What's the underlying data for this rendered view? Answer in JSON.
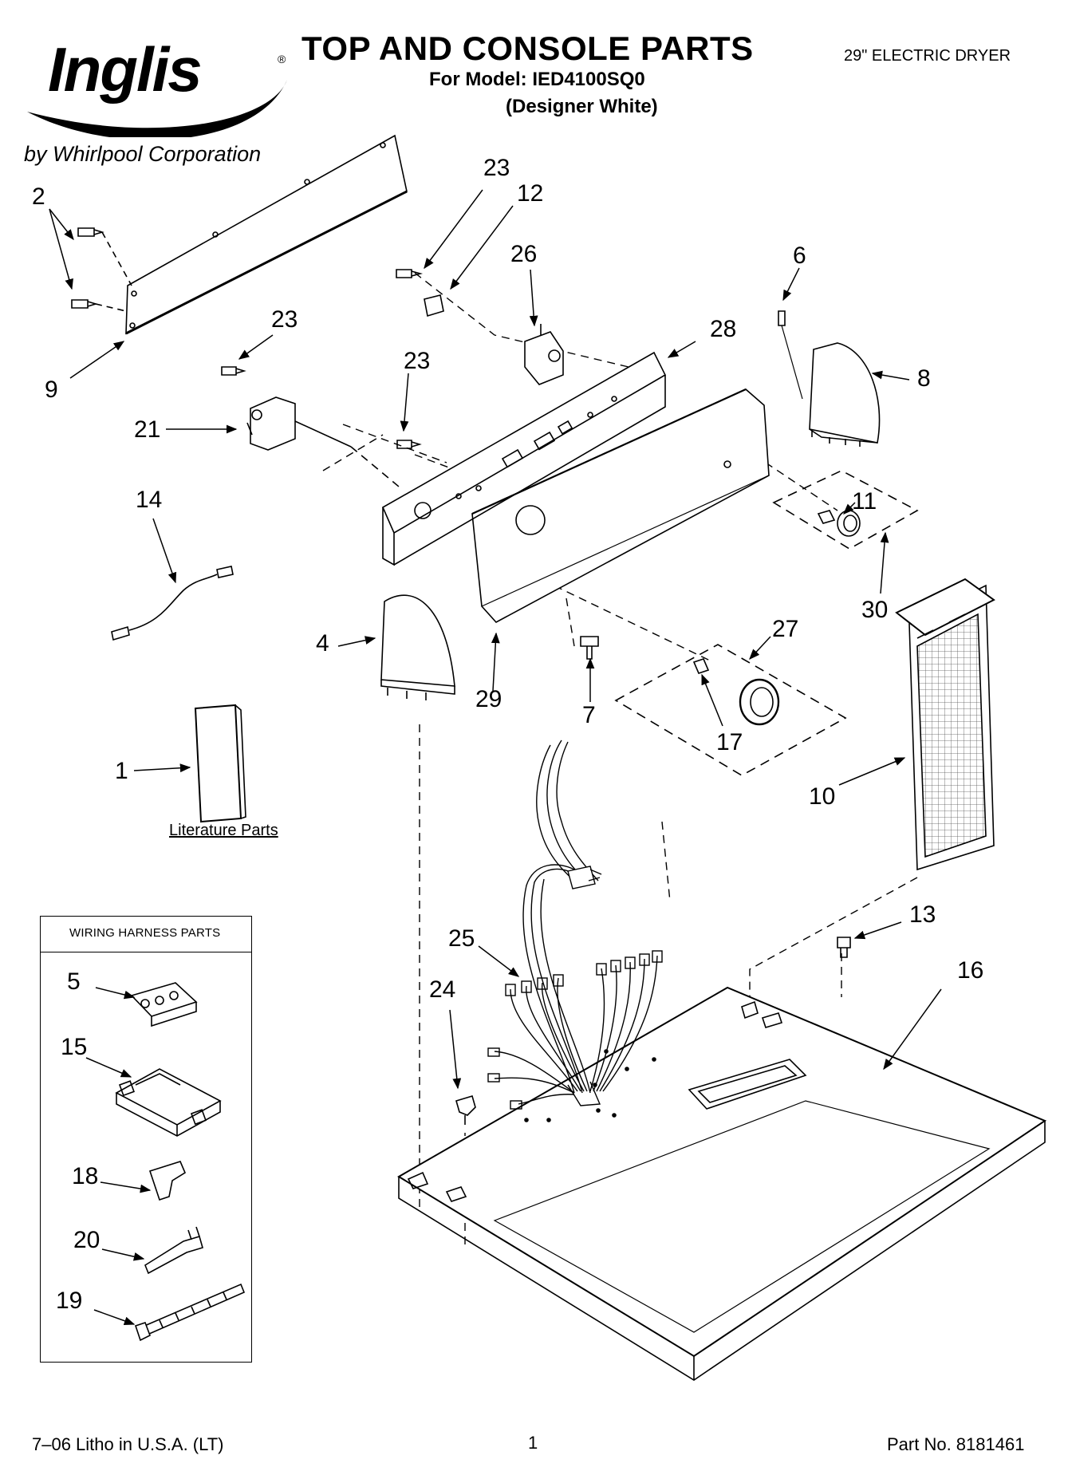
{
  "header": {
    "brand": "Inglis",
    "brand_mark": "®",
    "byline": "by Whirlpool Corporation",
    "title": "TOP AND CONSOLE PARTS",
    "model_line": "For Model: IED4100SQ0",
    "color_line": "(Designer White)",
    "product_type": "29\" ELECTRIC DRYER"
  },
  "callouts": [
    "23",
    "12",
    "2",
    "26",
    "6",
    "9",
    "23",
    "28",
    "8",
    "23",
    "21",
    "11",
    "14",
    "30",
    "27",
    "4",
    "29",
    "7",
    "17",
    "1",
    "10",
    "13",
    "16",
    "25",
    "24",
    "5",
    "15",
    "18",
    "20",
    "19"
  ],
  "literature_label": "Literature Parts",
  "harness": {
    "title": "WIRING HARNESS PARTS"
  },
  "footer": {
    "litho": "7–06 Litho in U.S.A. (LT)",
    "page": "1",
    "part_no": "Part No. 8181461"
  }
}
